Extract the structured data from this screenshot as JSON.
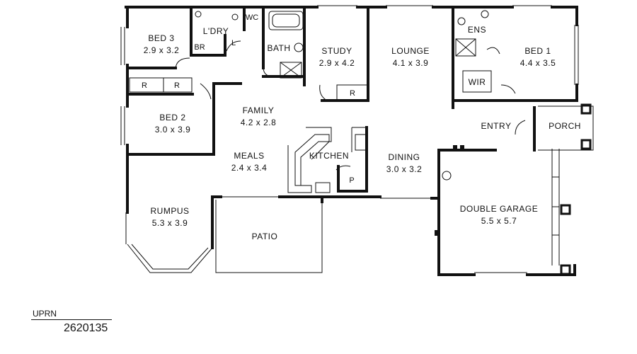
{
  "rooms": {
    "bed3": {
      "name": "BED 3",
      "size": "2.9 x 3.2"
    },
    "ldry": {
      "name": "L'DRY"
    },
    "br": {
      "name": "BR"
    },
    "wc": {
      "name": "WC"
    },
    "l": {
      "name": "L"
    },
    "bath": {
      "name": "BATH"
    },
    "study": {
      "name": "STUDY",
      "size": "2.9 x 4.2"
    },
    "lounge": {
      "name": "LOUNGE",
      "size": "4.1 x 3.9"
    },
    "ens": {
      "name": "ENS"
    },
    "bed1": {
      "name": "BED 1",
      "size": "4.4 x 3.5"
    },
    "wir": {
      "name": "WIR"
    },
    "bed2": {
      "name": "BED 2",
      "size": "3.0 x 3.9"
    },
    "robe_bed3": {
      "name": "R"
    },
    "robe_bed2": {
      "name": "R"
    },
    "robe_study": {
      "name": "R"
    },
    "family": {
      "name": "FAMILY",
      "size": "4.2 x 2.8"
    },
    "meals": {
      "name": "MEALS",
      "size": "2.4 x 3.4"
    },
    "kitchen": {
      "name": "KITCHEN"
    },
    "pantry": {
      "name": "P"
    },
    "dining": {
      "name": "DINING",
      "size": "3.0 x 3.2"
    },
    "entry": {
      "name": "ENTRY"
    },
    "porch": {
      "name": "PORCH"
    },
    "garage": {
      "name": "DOUBLE GARAGE",
      "size": "5.5 x 5.7"
    },
    "rumpus": {
      "name": "RUMPUS",
      "size": "5.3 x 3.9"
    },
    "patio": {
      "name": "PATIO"
    }
  },
  "uprn": {
    "label": "UPRN",
    "value": "2620135"
  }
}
